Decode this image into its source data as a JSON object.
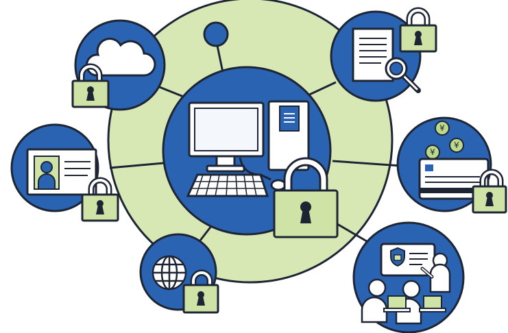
{
  "colors": {
    "outline": "#1d2433",
    "ring_green": "#d8e8b4",
    "node_blue": "#2a63b1",
    "lock_green": "#cfe3a6",
    "white": "#ffffff",
    "screen_light": "#f4f7fb",
    "coin_green": "#bcd98c",
    "card_stripe": "#1d2433"
  },
  "diagram": {
    "center": {
      "icon": "desktop-computer-with-padlock"
    },
    "nodes": [
      {
        "id": "cloud",
        "icon": "cloud-with-padlock"
      },
      {
        "id": "document",
        "icon": "document-magnifier-padlock"
      },
      {
        "id": "id-card",
        "icon": "id-card-padlock"
      },
      {
        "id": "payment",
        "icon": "credit-card-coins-padlock"
      },
      {
        "id": "globe",
        "icon": "globe-padlock"
      },
      {
        "id": "meeting",
        "icon": "presentation-meeting"
      },
      {
        "id": "top-dot",
        "icon": "plain-dot"
      }
    ],
    "coin_symbol": "¥"
  }
}
